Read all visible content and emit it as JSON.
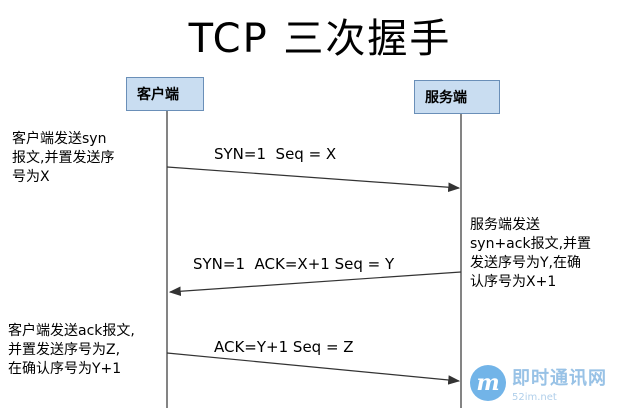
{
  "title": "TCP 三次握手",
  "actors": {
    "client": "客户端",
    "server": "服务端"
  },
  "messages": [
    "SYN=1  Seq = X",
    "SYN=1  ACK=X+1 Seq = Y",
    "ACK=Y+1 Seq = Z"
  ],
  "notes": {
    "client_1": "客户端发送syn\n报文,并置发送序\n号为X",
    "server": "服务端发送\nsyn+ack报文,并置\n发送序号为Y,在确\n认序号为X+1",
    "client_2": "客户端发送ack报文,\n并置发送序号为Z,\n在确认序号为Y+1"
  },
  "watermark": {
    "logo": "m",
    "name": "即时通讯网",
    "url": "52im.net"
  },
  "colors": {
    "actor_box": "#c9ddf1",
    "line": "#333333",
    "watermark": "#5aa7e4"
  }
}
